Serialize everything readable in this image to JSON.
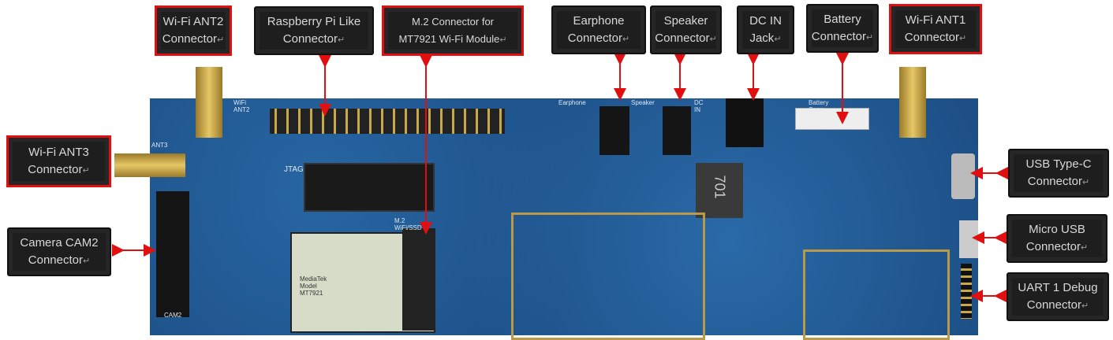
{
  "labels": [
    {
      "id": "wifi-ant2",
      "line1": "Wi-Fi ANT2",
      "line2": "Connector",
      "highlight": true
    },
    {
      "id": "rpi-like",
      "line1": "Raspberry  Pi Like",
      "line2": "Connector",
      "highlight": false
    },
    {
      "id": "m2",
      "line1": "M.2 Connector for",
      "line2": "MT7921 Wi-Fi Module",
      "highlight": true
    },
    {
      "id": "earphone",
      "line1": "Earphone",
      "line2": "Connector",
      "highlight": false
    },
    {
      "id": "speaker",
      "line1": "Speaker",
      "line2": "Connector",
      "highlight": false
    },
    {
      "id": "dc-in",
      "line1": "DC IN",
      "line2": "Jack",
      "highlight": false
    },
    {
      "id": "battery",
      "line1": "Battery",
      "line2": "Connector",
      "highlight": false
    },
    {
      "id": "wifi-ant1",
      "line1": "Wi-Fi ANT1",
      "line2": "Connector",
      "highlight": true
    },
    {
      "id": "wifi-ant3",
      "line1": "Wi-Fi ANT3",
      "line2": "Connector",
      "highlight": true
    },
    {
      "id": "camera-cam2",
      "line1": "Camera CAM2",
      "line2": "Connector",
      "highlight": false
    },
    {
      "id": "usb-type-c",
      "line1": "USB Type-C",
      "line2": "Connector",
      "highlight": false
    },
    {
      "id": "micro-usb",
      "line1": "Micro USB",
      "line2": "Connector",
      "highlight": false
    },
    {
      "id": "uart1",
      "line1": "UART 1 Debug",
      "line2": "Connector",
      "highlight": false
    }
  ],
  "board_silkscreen": {
    "ant2": "WiFi ANT2",
    "jtag": "JTAG",
    "m2": "M.2 WiFi/SSD",
    "cam2": "CAM2",
    "ant3": "ANT3",
    "earphone": "Earphone",
    "speaker": "Speaker",
    "dcin": "DC IN",
    "battery": "Battery Conn.",
    "inductor": "701",
    "module_text": "MediaTek Model MT7921"
  },
  "colors": {
    "board": "#1d4f86",
    "arrow": "#e01010",
    "label_bg": "#1e1e1e"
  }
}
